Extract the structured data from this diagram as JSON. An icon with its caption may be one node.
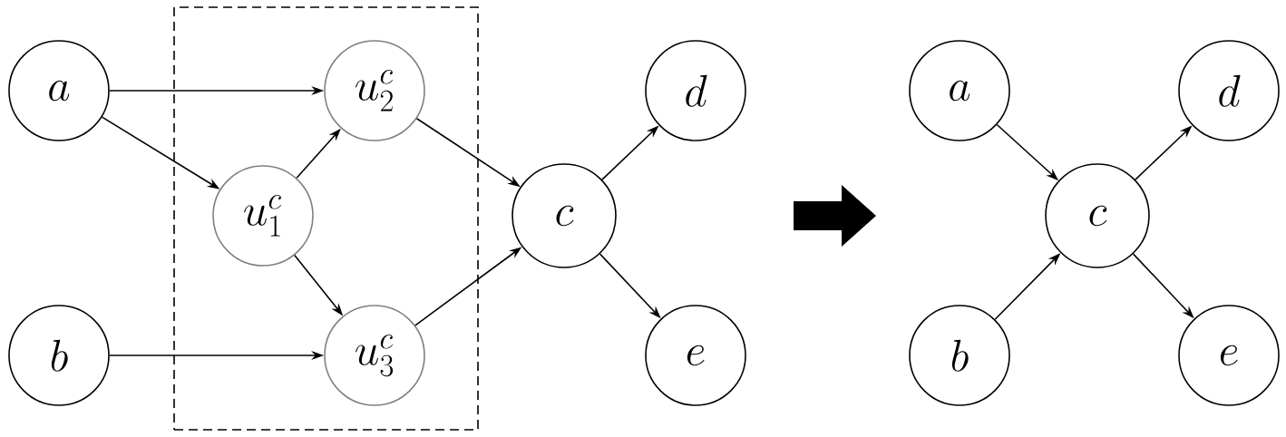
{
  "diagram": {
    "nodes": [
      {
        "text": [
          "a"
        ]
      },
      {
        "text": [],
        "shape": "box"
      },
      {
        "text": [
          "u_2^c"
        ],
        "in": 1
      },
      {
        "text": [
          "u_1^c"
        ],
        "in": 1
      },
      {
        "text": [
          "u_3^c"
        ],
        "in": 1
      },
      {
        "text": [
          "b"
        ]
      },
      {
        "text": [
          "c"
        ]
      },
      {
        "text": [
          "d"
        ]
      },
      {
        "text": [
          "e"
        ]
      },
      {
        "text": [
          "a"
        ]
      },
      {
        "text": [
          "d"
        ]
      },
      {
        "text": [
          "c"
        ]
      },
      {
        "text": [
          "b"
        ]
      },
      {
        "text": [
          "e"
        ]
      }
    ],
    "edges": [
      {
        "from": 0,
        "to": 2,
        "arrow": "to"
      },
      {
        "from": 0,
        "to": 3,
        "arrow": "to"
      },
      {
        "from": 3,
        "to": 2,
        "arrow": "to"
      },
      {
        "from": 3,
        "to": 4,
        "arrow": "to"
      },
      {
        "from": 5,
        "to": 4,
        "arrow": "to"
      },
      {
        "from": 2,
        "to": 6,
        "arrow": "to"
      },
      {
        "from": 4,
        "to": 6,
        "arrow": "to"
      },
      {
        "from": 6,
        "to": 7,
        "arrow": "to"
      },
      {
        "from": 6,
        "to": 8,
        "arrow": "to"
      },
      {
        "from": 9,
        "to": 11,
        "arrow": "to"
      },
      {
        "from": 12,
        "to": 11,
        "arrow": "to"
      },
      {
        "from": 11,
        "to": 10,
        "arrow": "to"
      },
      {
        "from": 11,
        "to": 13,
        "arrow": "to"
      }
    ]
  }
}
